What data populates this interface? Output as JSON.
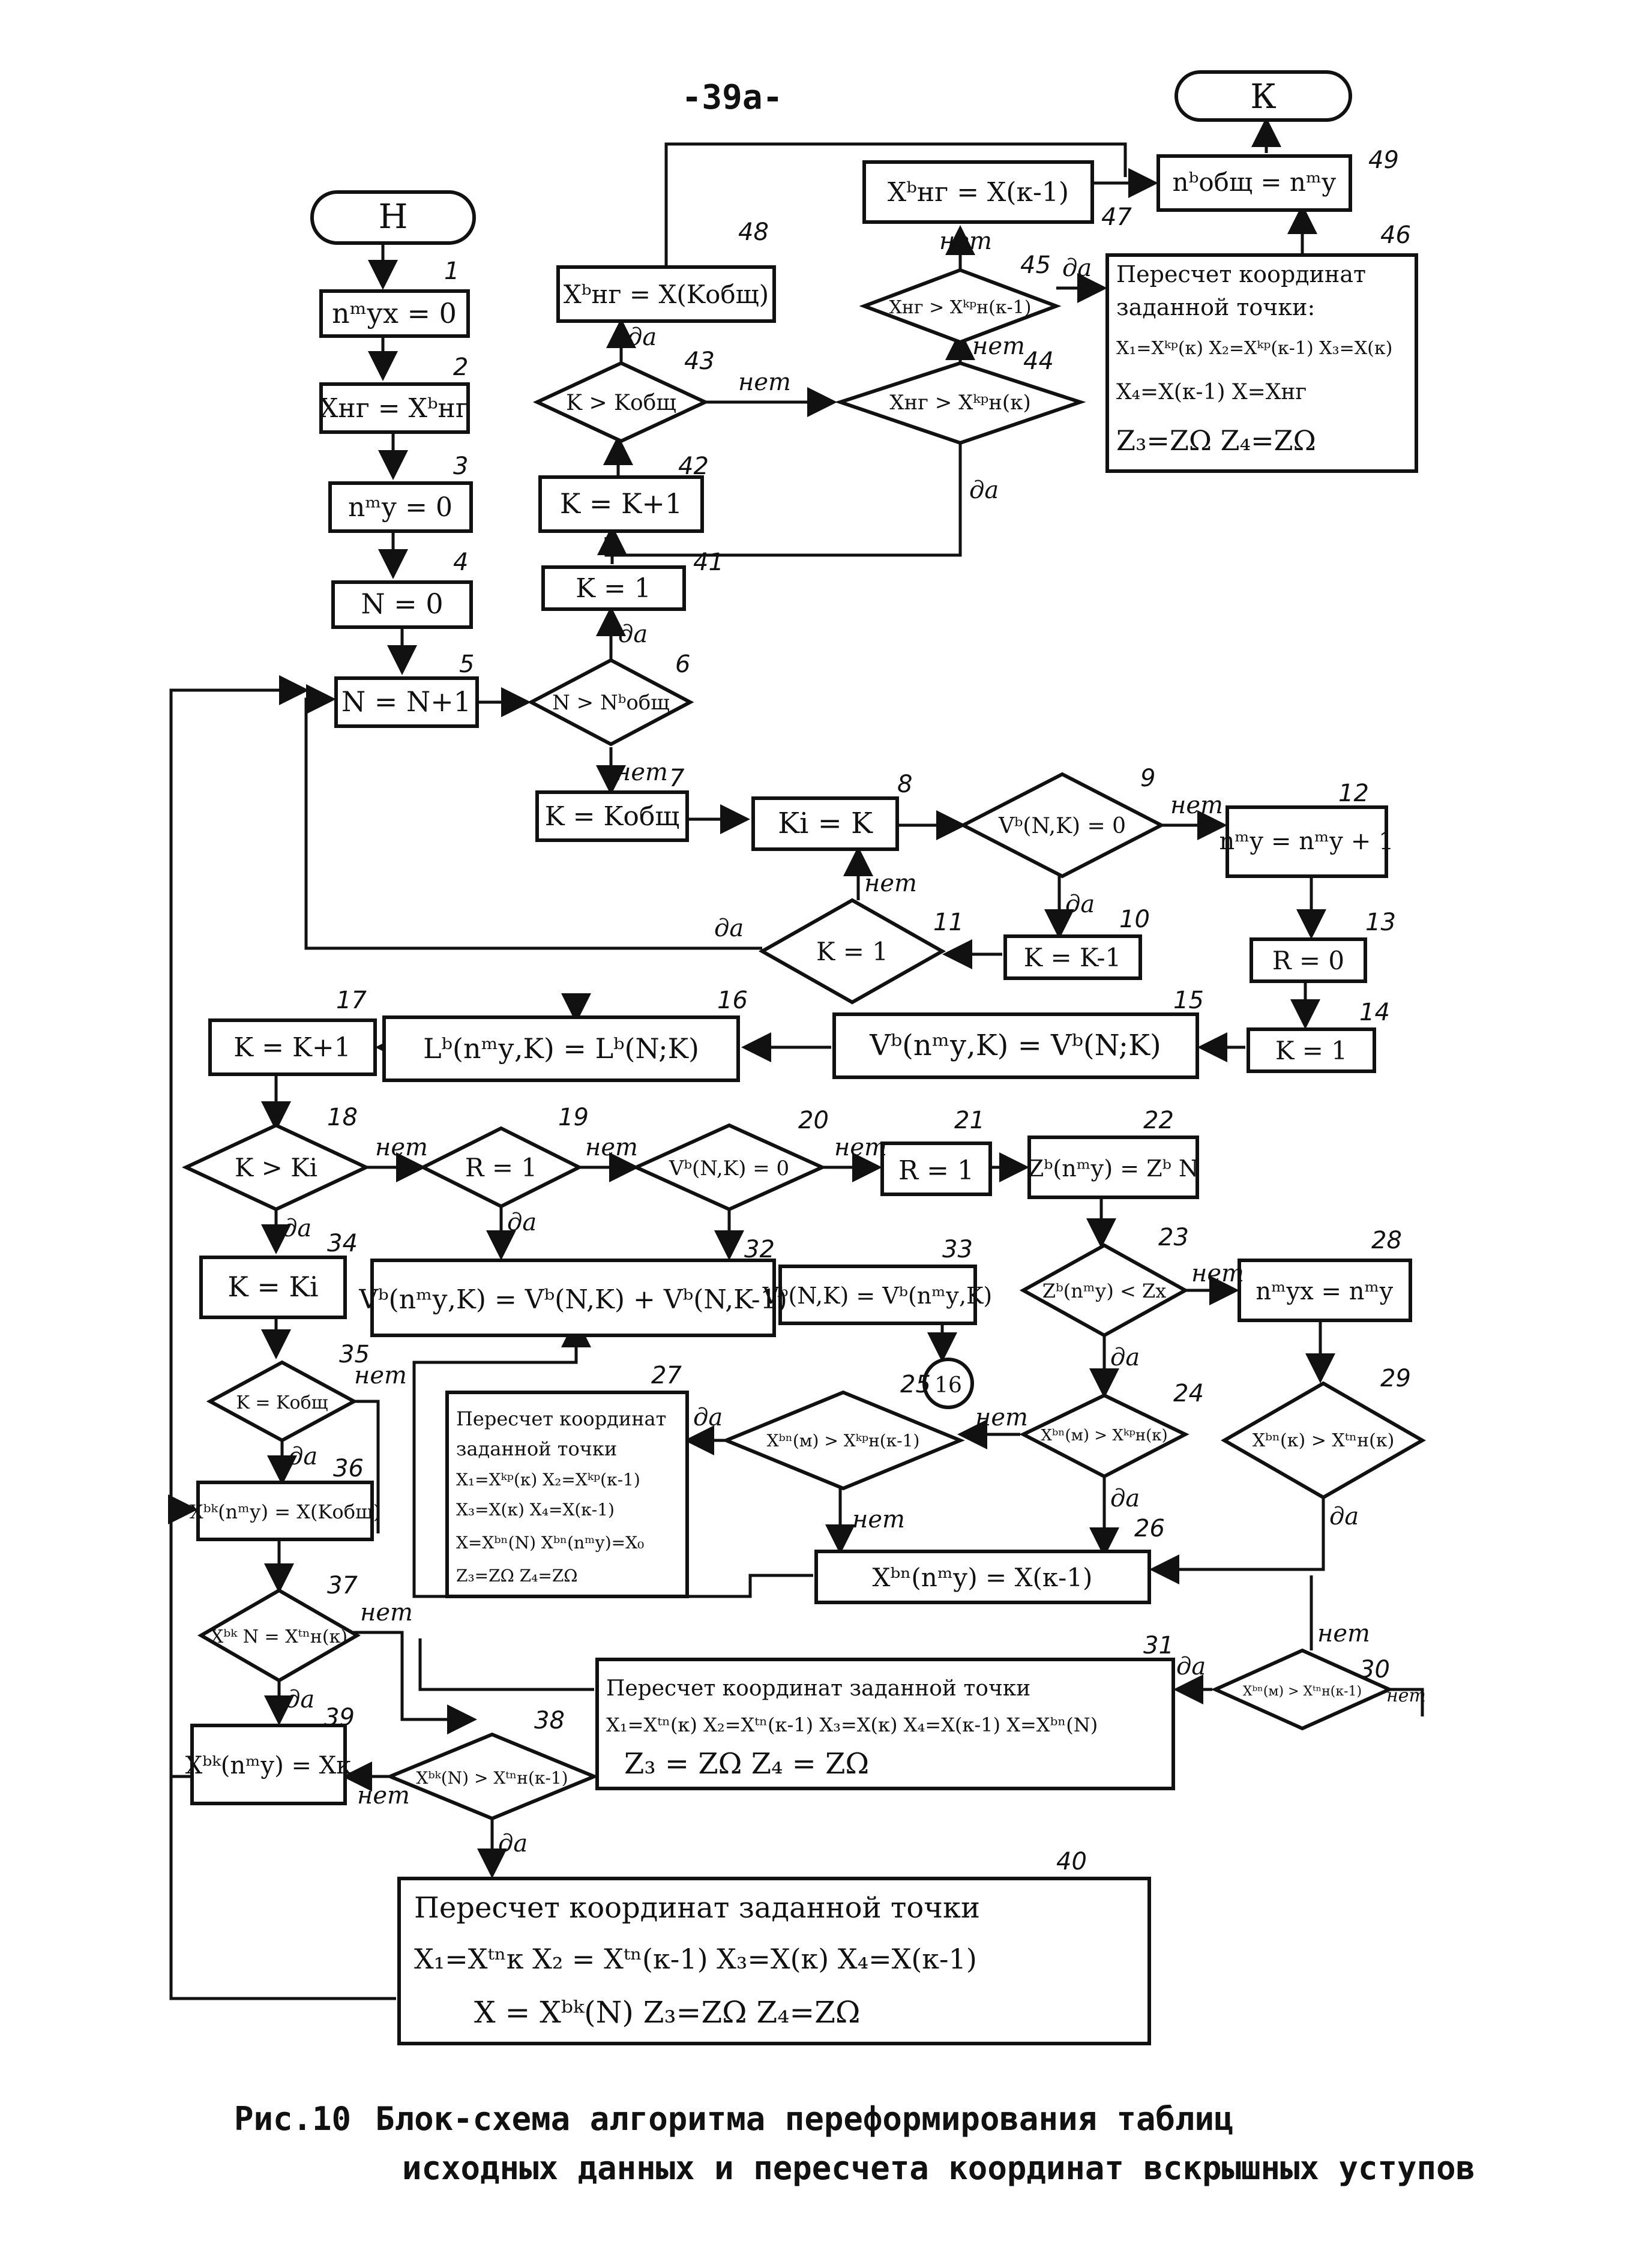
{
  "page_number": "-39а-",
  "caption": {
    "prefix": "Рис.10",
    "line1": "Блок-схема алгоритма переформирования таблиц",
    "line2": "исходных данных и пересчета координат вскрышных уступов"
  },
  "yes": "да",
  "no": "нет",
  "blocks": {
    "start": {
      "label": "Н"
    },
    "end": {
      "label": "К"
    },
    "b1": {
      "num": "1",
      "text": "nᵐух = 0"
    },
    "b2": {
      "num": "2",
      "text": "Xнг = Xᵇнг"
    },
    "b3": {
      "num": "3",
      "text": "nᵐу = 0"
    },
    "b4": {
      "num": "4",
      "text": "N = 0"
    },
    "b5": {
      "num": "5",
      "text": "N = N+1"
    },
    "b6": {
      "num": "6",
      "text": "N > Nᵇобщ"
    },
    "b7": {
      "num": "7",
      "text": "K = Kобщ"
    },
    "b8": {
      "num": "8",
      "text": "Ki = K"
    },
    "b9": {
      "num": "9",
      "text": "Vᵇ(N,K) = 0"
    },
    "b10": {
      "num": "10",
      "text": "K = K-1"
    },
    "b11": {
      "num": "11",
      "text": "K = 1"
    },
    "b12": {
      "num": "12",
      "text": "nᵐу = nᵐу + 1"
    },
    "b13": {
      "num": "13",
      "text": "R = 0"
    },
    "b14": {
      "num": "14",
      "text": "K = 1"
    },
    "b15": {
      "num": "15",
      "text": "Vᵇ(nᵐу,K) = Vᵇ(N;K)"
    },
    "b16": {
      "num": "16",
      "text": "Lᵇ(nᵐу,K) = Lᵇ(N;K)"
    },
    "b17": {
      "num": "17",
      "text": "K = K+1"
    },
    "b18": {
      "num": "18",
      "text": "K > Ki"
    },
    "b19": {
      "num": "19",
      "text": "R = 1"
    },
    "b20": {
      "num": "20",
      "text": "Vᵇ(N,K) = 0"
    },
    "b21": {
      "num": "21",
      "text": "R = 1"
    },
    "b22": {
      "num": "22",
      "text": "Zᵇ(nᵐу) = Zᵇ N"
    },
    "b23": {
      "num": "23",
      "text": "Zᵇ(nᵐу) < Zх"
    },
    "b24": {
      "num": "24",
      "text": "Xᵇⁿ(м) > Xᵏᵖн(к)"
    },
    "b25": {
      "num": "25",
      "text": "Xᵇⁿ(м) > Xᵏᵖн(к-1)"
    },
    "b26": {
      "num": "26",
      "text": "Xᵇⁿ(nᵐу) = X(к-1)"
    },
    "b27": {
      "num": "27",
      "lines": [
        "Пересчет координат",
        "заданной точки",
        "X₁=Xᵏᵖ(к) X₂=Xᵏᵖ(к-1)",
        "X₃=X(к) X₄=X(к-1)",
        "X=Xᵇⁿ(N) Xᵇⁿ(nᵐу)=X₀",
        "Z₃=ZΩ Z₄=ZΩ"
      ]
    },
    "b28": {
      "num": "28",
      "text": "nᵐух = nᵐу"
    },
    "b29": {
      "num": "29",
      "text": "Xᵇⁿ(к) > Xᵗⁿн(к)"
    },
    "b30": {
      "num": "30",
      "text": "Xᵇⁿ(м) > Xᵗⁿн(к-1)"
    },
    "b31": {
      "num": "31",
      "lines": [
        "Пересчет координат заданной точки",
        "X₁=Xᵗⁿ(к) X₂=Xᵗⁿ(к-1) X₃=X(к) X₄=X(к-1) X=Xᵇⁿ(N)",
        "Z₃ = ZΩ   Z₄ = ZΩ"
      ]
    },
    "b32": {
      "num": "32",
      "text": "Vᵇ(nᵐу,K) = Vᵇ(N,K) + Vᵇ(N,K-1)"
    },
    "b33": {
      "num": "33",
      "text": "Vᵇ(N,K) = Vᵇ(nᵐу,K)"
    },
    "b34": {
      "num": "34",
      "text": "K = Ki"
    },
    "b35": {
      "num": "35",
      "text": "K = Kобщ"
    },
    "b36": {
      "num": "36",
      "text": "Xᵇᵏ(nᵐу) = X(Kобщ)"
    },
    "b37": {
      "num": "37",
      "text": "Xᵇᵏ N = Xᵗⁿн(к)"
    },
    "b38": {
      "num": "38",
      "text": "Xᵇᵏ(N) > Xᵗⁿн(к-1)"
    },
    "b39": {
      "num": "39",
      "text": "Xᵇᵏ(nᵐу) = Xк"
    },
    "b40": {
      "num": "40",
      "lines": [
        "Пересчет координат заданной точки",
        "X₁=Xᵗⁿк   X₂ = Xᵗⁿ(к-1)   X₃=X(к)   X₄=X(к-1)",
        "X = Xᵇᵏ(N)    Z₃=ZΩ    Z₄=ZΩ"
      ]
    },
    "b41": {
      "num": "41",
      "text": "K = 1"
    },
    "b42": {
      "num": "42",
      "text": "K = K+1"
    },
    "b43": {
      "num": "43",
      "text": "K > Kобщ"
    },
    "b44": {
      "num": "44",
      "text": "Xнг > Xᵏᵖн(к)"
    },
    "b45": {
      "num": "45",
      "text": "Xнг > Xᵏᵖн(к-1)"
    },
    "b46": {
      "num": "46",
      "lines": [
        "Пересчет координат",
        "заданной точки:",
        "X₁=Xᵏᵖ(к) X₂=Xᵏᵖ(к-1) X₃=X(к)",
        "X₄=X(к-1)  X=Xнг",
        "Z₃=ZΩ   Z₄=ZΩ"
      ]
    },
    "b47": {
      "num": "47",
      "text": "Xᵇнг = X(к-1)"
    },
    "b48": {
      "num": "48",
      "text": "Xᵇнг = X(Kобщ)"
    },
    "b49": {
      "num": "49",
      "text": "nᵇобщ = nᵐу"
    },
    "c16": {
      "text": "16"
    }
  }
}
